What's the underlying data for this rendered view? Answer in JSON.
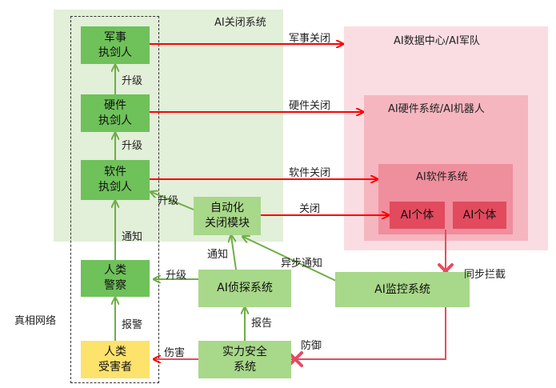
{
  "regions": {
    "ai_shutdown_system": "AI关闭系统",
    "ai_datacenter": "AI数据中心/AI军队",
    "ai_hardware": "AI硬件系统/AI机器人",
    "ai_software": "AI软件系统"
  },
  "nodes": {
    "military_enforcer": "军事\n执剑人",
    "hardware_enforcer": "硬件\n执剑人",
    "software_enforcer": "软件\n执剑人",
    "auto_shutdown_module": "自动化\n关闭模块",
    "human_police": "人类\n警察",
    "ai_detection": "AI侦探系统",
    "ai_monitoring": "AI监控系统",
    "power_security": "实力安全\n系统",
    "human_victim": "人类\n受害者",
    "ai_individual_1": "AI个体",
    "ai_individual_2": "AI个体"
  },
  "edge_labels": {
    "military_shutdown": "军事关闭",
    "hardware_shutdown": "硬件关闭",
    "software_shutdown": "软件关闭",
    "shutdown": "关闭",
    "upgrade_1": "升级",
    "upgrade_2": "升级",
    "upgrade_3": "升级",
    "upgrade_4": "升级",
    "notify_police": "通知",
    "notify_module": "通知",
    "async_notify": "异步通知",
    "report": "报告",
    "report_police": "报警",
    "harm": "伤害",
    "defend": "防御",
    "sync_intercept": "同步拦截"
  },
  "truth_network": "真相网络",
  "colors": {
    "green_region": "#e2efd9",
    "green_box": "#6fc15a",
    "light_green_box": "#a8d88a",
    "green_arrow": "#70ad47",
    "red_arrow": "#ff0000",
    "pink_region_outer": "#fadde2",
    "pink_region_mid": "#f5b6c0",
    "pink_region_inner": "#ef8e9c",
    "red_box": "#e24a5e",
    "dark_red_line": "#e84a5f",
    "yellow_box": "#fde26c"
  }
}
